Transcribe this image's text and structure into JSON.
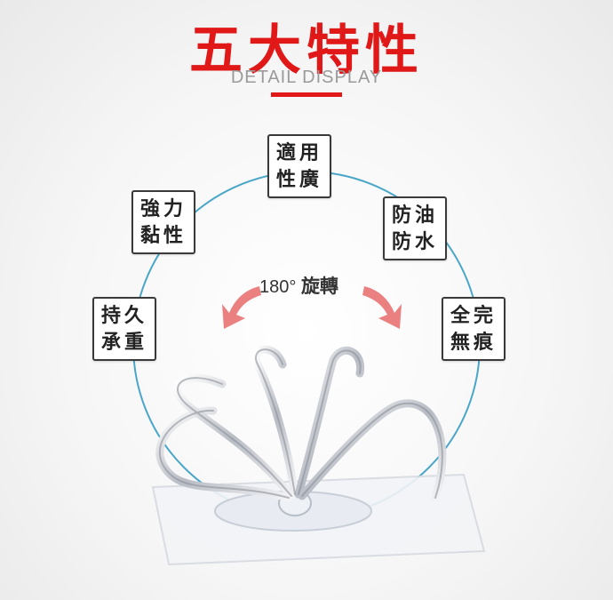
{
  "header": {
    "title": "五大特性",
    "subtitle": "DETAIL DISPLAY"
  },
  "features": [
    {
      "line1": "適用",
      "line2": "性廣"
    },
    {
      "line1": "強力",
      "line2": "黏性"
    },
    {
      "line1": "防油",
      "line2": "防水"
    },
    {
      "line1": "持久",
      "line2": "承重"
    },
    {
      "line1": "全完",
      "line2": "無痕"
    }
  ],
  "rotation": {
    "degrees": "180°",
    "label": "旋轉"
  },
  "colors": {
    "title": "#e01818",
    "circle": "#4aa6c8",
    "arrow": "#e86a6a"
  }
}
